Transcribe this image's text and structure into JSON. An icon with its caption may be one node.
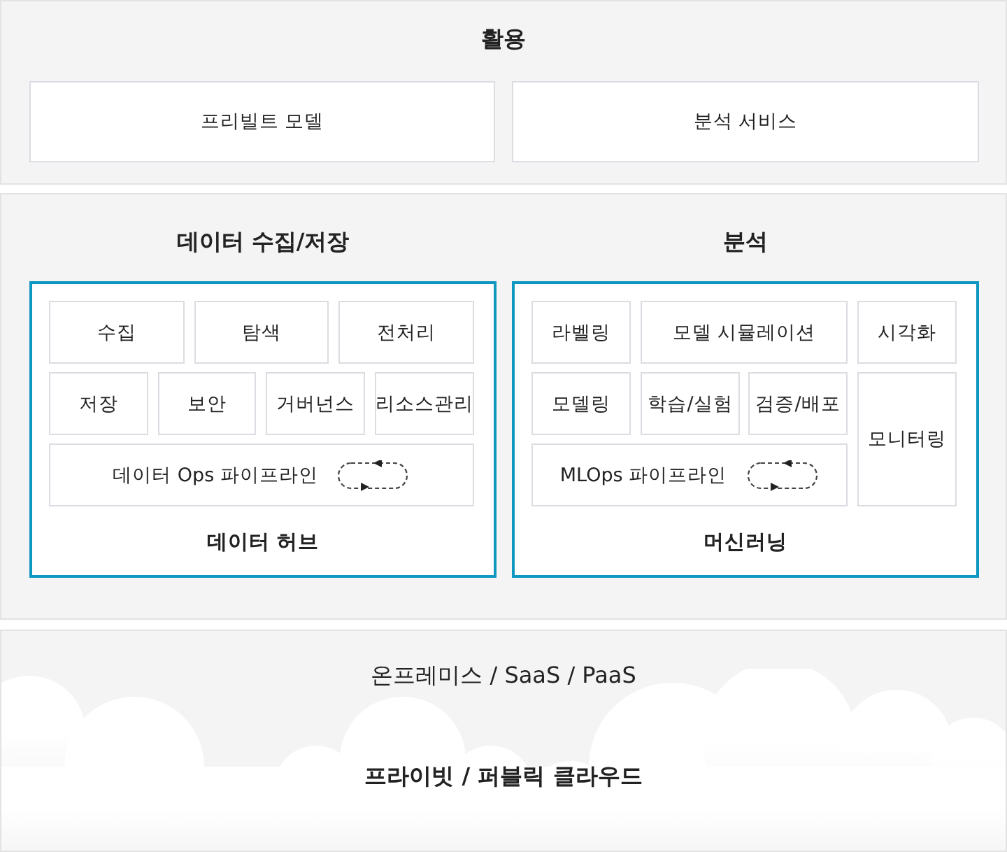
{
  "diagram": {
    "nodes": [
      {
        "text": [
          "활용"
        ]
      },
      {
        "text": [
          "프리빌트 모델"
        ],
        "in": 0
      },
      {
        "text": [
          "분석 서비스"
        ],
        "in": 0
      },
      {
        "text": [],
        "shape": "box"
      },
      {
        "text": [
          "데이터 수집/저장",
          "데이터 허브"
        ],
        "in": 3
      },
      {
        "text": [
          "수집"
        ],
        "in": 4
      },
      {
        "text": [
          "탐색"
        ],
        "in": 4
      },
      {
        "text": [
          "전처리"
        ],
        "in": 4
      },
      {
        "text": [
          "저장"
        ],
        "in": 4
      },
      {
        "text": [
          "보안"
        ],
        "in": 4
      },
      {
        "text": [
          "거버넌스"
        ],
        "in": 4
      },
      {
        "text": [
          "리소스관리"
        ],
        "in": 4
      },
      {
        "text": [
          "데이터 Ops 파이프라인"
        ],
        "in": 4
      },
      {
        "text": [
          "분석",
          "머신러닝"
        ],
        "in": 3
      },
      {
        "text": [
          "라벨링"
        ],
        "in": 13
      },
      {
        "text": [
          "모델 시뮬레이션"
        ],
        "in": 13
      },
      {
        "text": [
          "시각화"
        ],
        "in": 13
      },
      {
        "text": [
          "모델링"
        ],
        "in": 13
      },
      {
        "text": [
          "학습/실험"
        ],
        "in": 13
      },
      {
        "text": [
          "검증/배포"
        ],
        "in": 13
      },
      {
        "text": [
          "MLOps 파이프라인"
        ],
        "in": 13
      },
      {
        "text": [
          "모니터링"
        ],
        "in": 13
      },
      {
        "text": [
          "온프레미스 / SaaS / PaaS",
          "프라이빗 / 퍼블릭 클라우드"
        ]
      }
    ],
    "edges": []
  }
}
